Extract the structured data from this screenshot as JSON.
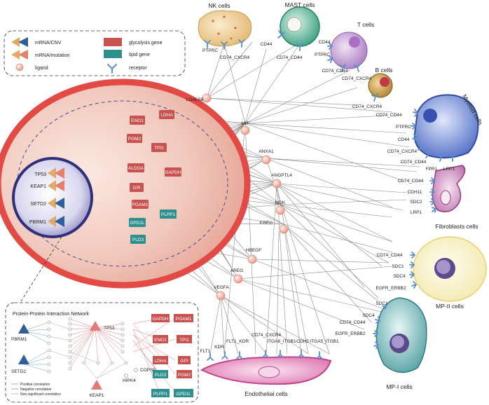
{
  "legend": {
    "mrna_cnv": "mRNA/CNV",
    "mrna_mutation": "mRNA/mutation",
    "ligand": "ligand",
    "glycolysis": "glycolysis gene",
    "lipid": "lipid gene",
    "receptor": "receptor"
  },
  "tumor_genes": {
    "tp53": "TP53",
    "keap1": "KEAP1",
    "setd2": "SETD2",
    "pbrm1": "PBRM1"
  },
  "glycolysis_genes": {
    "ldha": "LDHA",
    "eno1": "ENO1",
    "pgm2": "PGM2",
    "tpi1": "TPI1",
    "aldoa": "ALDOA",
    "gapdh": "GAPDH",
    "gpi": "GPI",
    "pgam1": "PGAM1"
  },
  "lipid_genes": {
    "plpp1": "PLPP1",
    "gpd1l": "GPD1L",
    "pld3": "PLD3"
  },
  "ligands": {
    "lgals9": "LGALS9",
    "mif": "MIF",
    "anxa1": "ANXA1",
    "angptl4": "ANGPTL4",
    "mdk": "MDK",
    "ereg": "EREG",
    "hbegf": "HBEGF",
    "areg": "AREG",
    "vegfa": "VEGFA"
  },
  "cells": {
    "nk": "NK cells",
    "mast": "MAST cells",
    "t": "T cells",
    "b": "B cells",
    "myeloid": "Myeloid cells",
    "fibroblasts": "Fibroblasts cells",
    "mp2": "MP-II cells",
    "mp1": "MP-I cells",
    "endothelial": "Endothelial cells"
  },
  "receptors": {
    "nk_ptprc": "PTPRC",
    "nk_cd74_cxcr4": "CD74_CXCR4",
    "mast_cd44": "CD44",
    "mast_cd74_cd44": "CD74_CD44",
    "t_cd44": "CD44",
    "t_ptprc": "PTPRC",
    "t_cd74_cd44": "CD74_CD44",
    "t_cd74_cxcr4": "CD74_CXCR4",
    "b_cd74_cxcr4": "CD74_CXCR4",
    "m_cd74_cd44": "CD74_CD44",
    "m_ptprc": "PTPRC",
    "m_cd44": "CD44",
    "m_cd74_cxcr4": "CD74_CXCR4",
    "m_cd74_cd44_2": "CD74_CD44",
    "m_fpr1": "FPR1",
    "m_lrp1": "LRP1",
    "f_cd74_cd44": "CD74_CD44",
    "f_cdh11": "CDH11",
    "f_sdc2": "SDC2",
    "f_lrp1": "LRP1",
    "mp2_cd74_cd44": "CD74_CD44",
    "mp2_sdc1": "SDC1",
    "mp2_sdc4": "SDC4",
    "mp2_egfr_erbb2": "EGFR_ERBB2",
    "mp1_sdc1": "SDC1",
    "mp1_sdc4": "SDC4",
    "mp1_cd74_cd44": "CD74_CD44",
    "mp1_egfr_erbb2": "EGFR_ERBB2",
    "e_flt1": "FLT1",
    "e_kdr": "KDR",
    "e_flt1_kdr": "FLT1_KDR",
    "e_cd74_cxcr4": "CD74_CXCR4",
    "e_itga6_itgb1": "ITGA6_ITGB1",
    "e_cdh5": "CDH5",
    "e_itga5_itgb1": "ITGA5_ITGB1"
  },
  "ppi": {
    "title": "Protein-Protein Interaction Network",
    "pbrm1": "PBRM1",
    "setd2": "SETD2",
    "tp53": "TP53",
    "keap1": "KEAP1",
    "cops5": "COPS5",
    "hipk4": "HIPK4",
    "gapdh": "GAPDH",
    "pgam1": "PGAM1",
    "eno1": "ENO1",
    "tpi1": "TPI1",
    "ldha": "LDHA",
    "gpi": "GPI",
    "pld3": "PLD3",
    "pgm2": "PGM2",
    "plpp1": "PLPP1",
    "gpd1l": "GPD1L",
    "legend_pos": "Positive correlation",
    "legend_neg": "Negative correlation",
    "legend_ns": "Non-significant correlation"
  },
  "colors": {
    "tumor_border": "#e14a45",
    "nucleus": "#2f2f7a",
    "glycolysis": "#c8524f",
    "lipid": "#2f8f8f",
    "ligand": "#f0a99a",
    "receptor": "#5b8ec9",
    "edge": "#8a8a8a"
  }
}
